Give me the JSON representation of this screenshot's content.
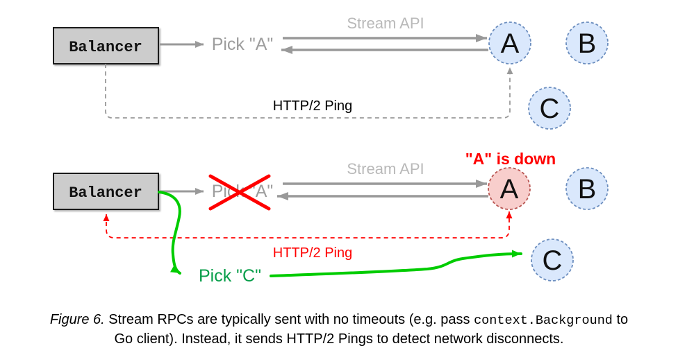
{
  "colors": {
    "box_fill": "#cccccc",
    "box_border": "#1a1a1a",
    "arrow_gray": "#999999",
    "label_light_gray": "#b9b9b9",
    "pick_gray": "#9d9d9d",
    "node_fill_blue": "#dae8fc",
    "node_stroke_blue": "#6c8ebf",
    "node_fill_down": "#f8cecc",
    "node_stroke_down": "#b85450",
    "red": "#ff0000",
    "green_line": "#00cc00",
    "green_text": "#089e4a"
  },
  "scenario_normal": {
    "balancer_label": "Balancer",
    "pick_label": "Pick \"A\"",
    "stream_api_label": "Stream API",
    "ping_label": "HTTP/2 Ping",
    "nodes": {
      "a": "A",
      "b": "B",
      "c": "C"
    }
  },
  "scenario_a_down": {
    "balancer_label": "Balancer",
    "pick_a_label": "Pick \"A\"",
    "stream_api_label": "Stream API",
    "ping_label": "HTTP/2 Ping",
    "status_label": "\"A\" is down",
    "pick_c_label": "Pick \"C\"",
    "nodes": {
      "a": "A",
      "b": "B",
      "c": "C"
    }
  },
  "caption": {
    "figure_label": "Figure 6.",
    "text_before_code": " Stream RPCs are typically sent with no timeouts (e.g. pass ",
    "code": "context.Background",
    "text_after_code_line1": " to",
    "text_line2": "Go client). Instead, it sends HTTP/2 Pings to detect network disconnects."
  }
}
